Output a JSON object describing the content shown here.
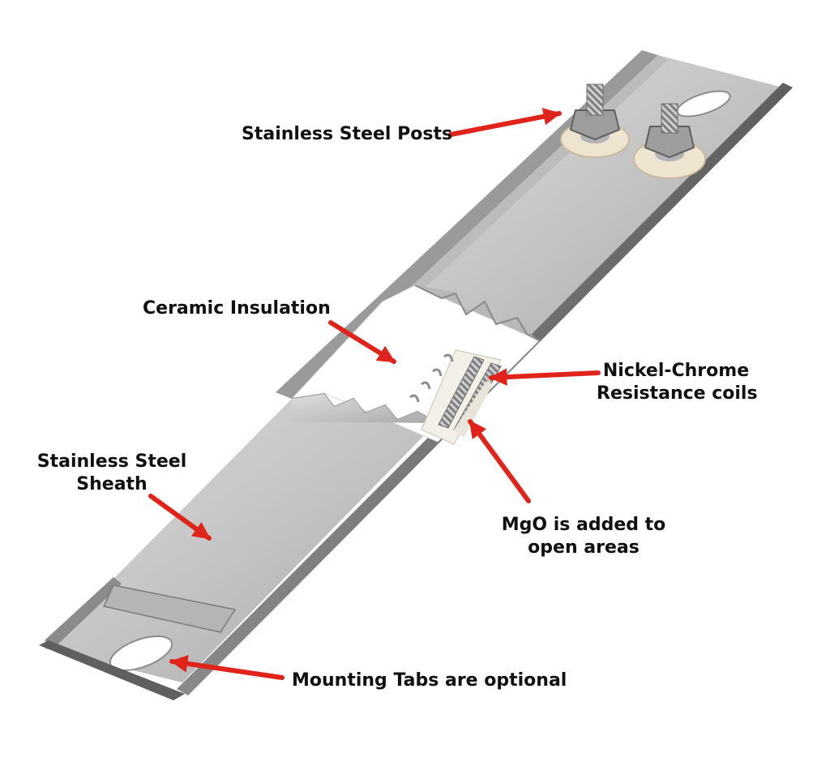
{
  "colors": {
    "arrow": "#e0231b",
    "text": "#111111",
    "steel_light": "#d4d4d4",
    "steel_mid": "#a9a9a9",
    "steel_dark": "#6e6e6e",
    "ceramic": "#ffffff",
    "washer": "#efe4d0"
  },
  "labels": {
    "posts": "Stainless Steel Posts",
    "ceramic": "Ceramic Insulation",
    "coils": {
      "line1": "Nickel-Chrome",
      "line2": "Resistance coils"
    },
    "sheath": {
      "line1": "Stainless Steel",
      "line2": "Sheath"
    },
    "mgo": {
      "line1": "MgO is added to",
      "line2": "open areas"
    },
    "tabs": "Mounting Tabs are optional"
  }
}
